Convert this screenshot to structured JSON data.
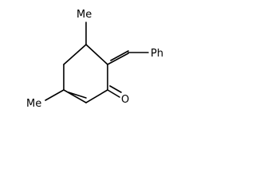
{
  "molecule": {
    "name": "",
    "labels": {
      "methyl_top": "Me",
      "methyl_left": "Me",
      "phenyl": "Ph",
      "oxygen": "O"
    }
  }
}
